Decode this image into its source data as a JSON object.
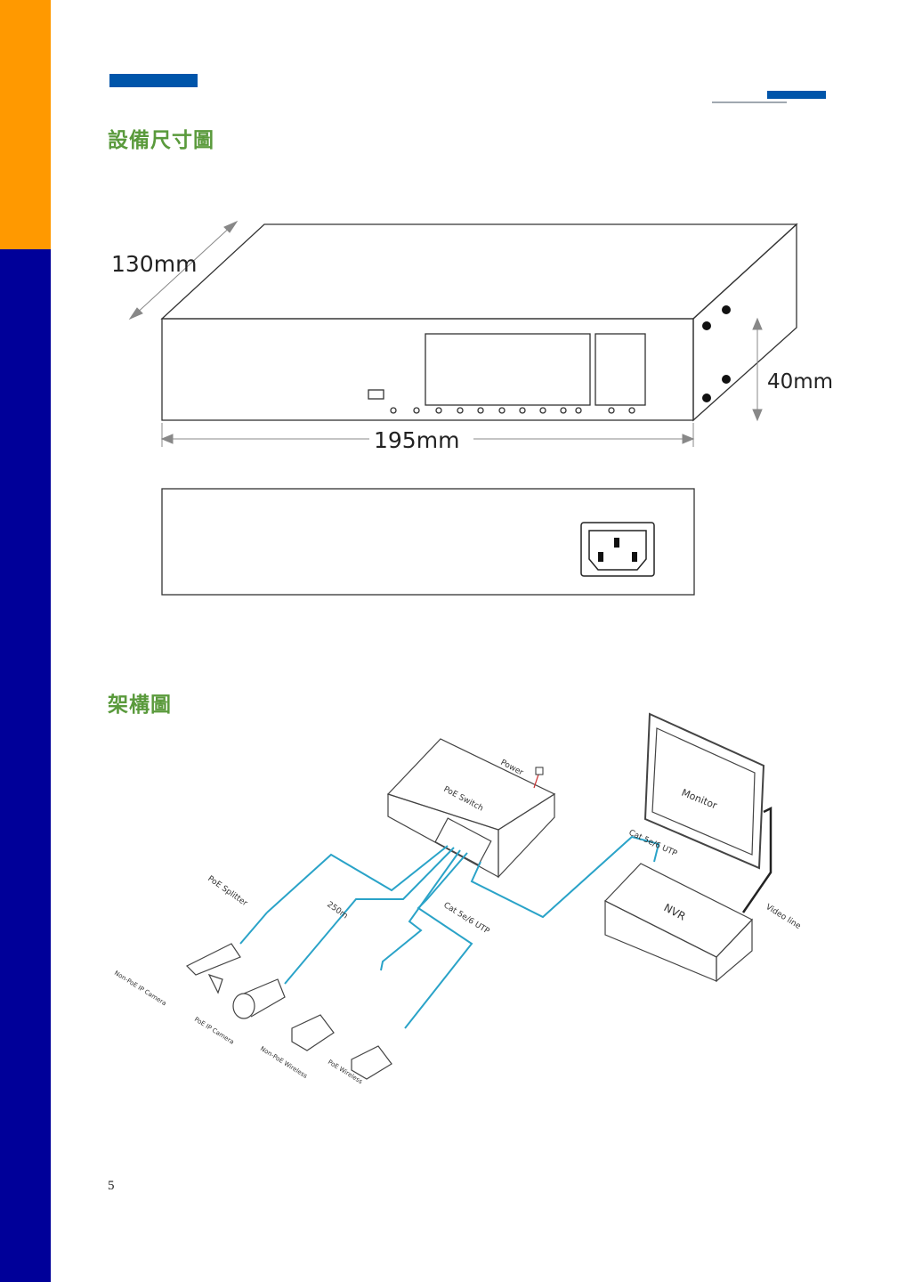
{
  "sections": {
    "dimensions_title": "設備尺寸圖",
    "architecture_title": "架構圖"
  },
  "dimensions": {
    "depth": "130mm",
    "height": "40mm",
    "width": "195mm"
  },
  "architecture": {
    "power": "Power",
    "switch": "PoE Switch",
    "monitor": "Monitor",
    "nvr": "NVR",
    "video_line": "Video line",
    "cable_nvr": "Cat 5e/6 UTP",
    "cable_devices": "Cat 5e/6 UTP",
    "distance": "250m",
    "splitter": "PoE Splitter",
    "devices": [
      "Non-PoE IP Camera",
      "PoE IP Camera",
      "Non-PoE Wireless",
      "PoE Wireless"
    ]
  },
  "colors": {
    "accent_orange": "#ff9900",
    "accent_navy": "#000099",
    "title_green": "#5a9a3c",
    "cable": "#2aa3c8"
  },
  "page_number": "5"
}
